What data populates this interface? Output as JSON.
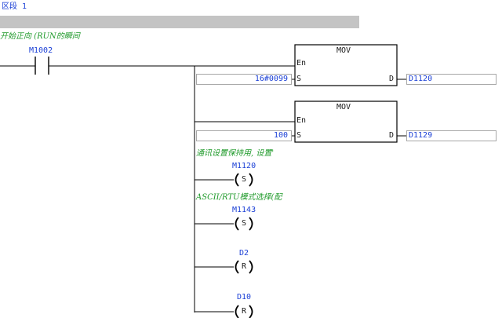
{
  "section": {
    "label": "区段 1"
  },
  "rung1": {
    "comment": "开始正向 (RUN的瞬间",
    "contact_tag": "M1002"
  },
  "mov1": {
    "name": "MOV",
    "en": "En",
    "s": "S",
    "d": "D",
    "source": "16#0099",
    "dest": "D1120"
  },
  "mov2": {
    "name": "MOV",
    "en": "En",
    "s": "S",
    "d": "D",
    "source": "100",
    "dest": "D1129"
  },
  "coil1": {
    "comment": "通讯设置保持用, 设置'",
    "tag": "M1120",
    "type": "S"
  },
  "coil2": {
    "comment": "ASCII/RTU模式选择(配",
    "tag": "M1143",
    "type": "S"
  },
  "coil3": {
    "tag": "D2",
    "type": "R"
  },
  "coil4": {
    "tag": "D10",
    "type": "R"
  },
  "colors": {
    "wire": "#000000",
    "tag": "#1a3fd6",
    "comment": "#1f9a2a",
    "bar": "#c4c4c4"
  }
}
